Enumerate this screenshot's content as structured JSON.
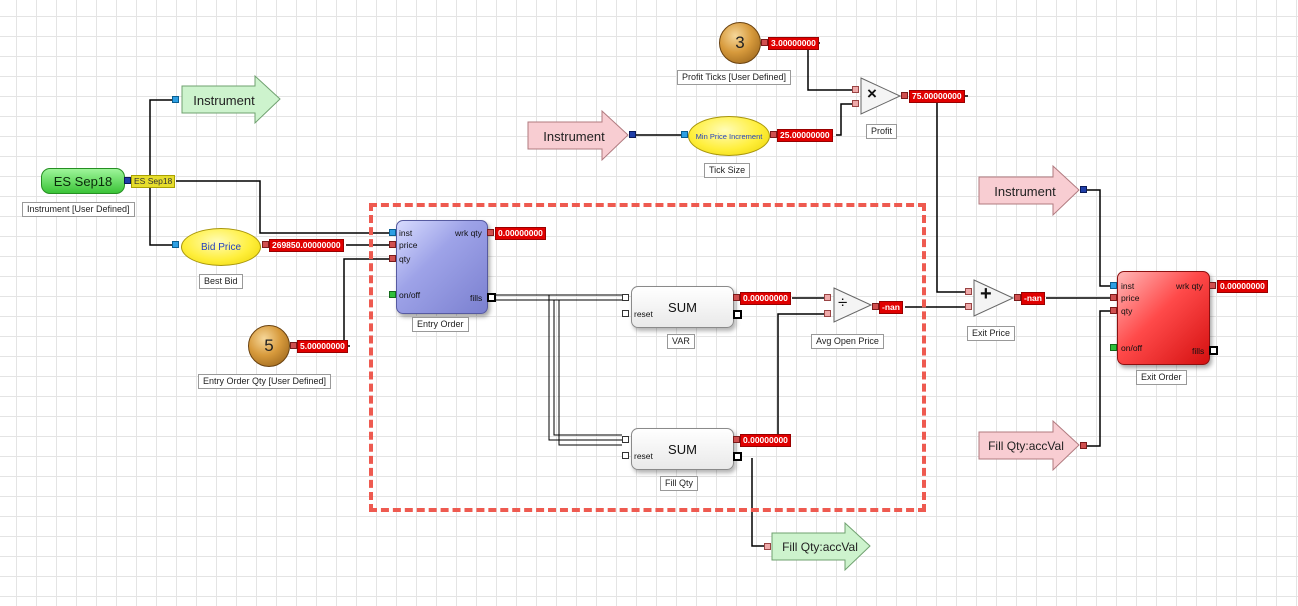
{
  "colors": {
    "wire": "#000000",
    "dashed_outline": "#ee5a50",
    "value_badge": "#e00000",
    "arrow_green_fill": "#cdf3cd",
    "arrow_pink_fill": "#f8cdd2",
    "entry_block": "#8f94dc",
    "exit_block": "#ff3a3a"
  },
  "nodes": {
    "instrument_in": {
      "label": "Instrument"
    },
    "es_sep18": {
      "label": "ES Sep18",
      "badge": "ES Sep18",
      "caption": "Instrument [User Defined]"
    },
    "best_bid": {
      "label": "Bid Price",
      "value": "269850.00000000",
      "caption": "Best Bid"
    },
    "entry_qty": {
      "label": "5",
      "value": "5.00000000",
      "caption": "Entry Order Qty [User Defined]"
    },
    "entry_order": {
      "caption": "Entry Order",
      "ports": {
        "inst": "inst",
        "price": "price",
        "qty": "qty",
        "onoff": "on/off",
        "wrkqty": "wrk qty",
        "fills": "fills"
      },
      "wrk_value": "0.00000000"
    },
    "var_sum": {
      "label": "SUM",
      "reset": "reset",
      "value": "0.00000000",
      "caption": "VAR"
    },
    "fill_sum": {
      "label": "SUM",
      "reset": "reset",
      "value": "0.00000000",
      "caption": "Fill Qty"
    },
    "avg_open": {
      "symbol": "÷",
      "value": "-nan",
      "caption": "Avg Open Price"
    },
    "fill_out": {
      "label": "Fill Qty:accVal"
    },
    "profit_ticks": {
      "label": "3",
      "value": "3.00000000",
      "caption": "Profit Ticks [User Defined]"
    },
    "instrument_tick": {
      "label": "Instrument"
    },
    "tick_size": {
      "label": "Min Price Increment",
      "value": "25.00000000",
      "caption": "Tick Size"
    },
    "profit": {
      "symbol": "×",
      "value": "75.00000000",
      "caption": "Profit"
    },
    "exit_price": {
      "symbol": "+",
      "value": "-nan",
      "caption": "Exit Price"
    },
    "instrument_exit": {
      "label": "Instrument"
    },
    "fill_in": {
      "label": "Fill Qty:accVal"
    },
    "exit_order": {
      "caption": "Exit Order",
      "ports": {
        "inst": "inst",
        "price": "price",
        "qty": "qty",
        "onoff": "on/off",
        "wrkqty": "wrk qty",
        "fills": "fills"
      },
      "wrk_value": "0.00000000"
    }
  }
}
